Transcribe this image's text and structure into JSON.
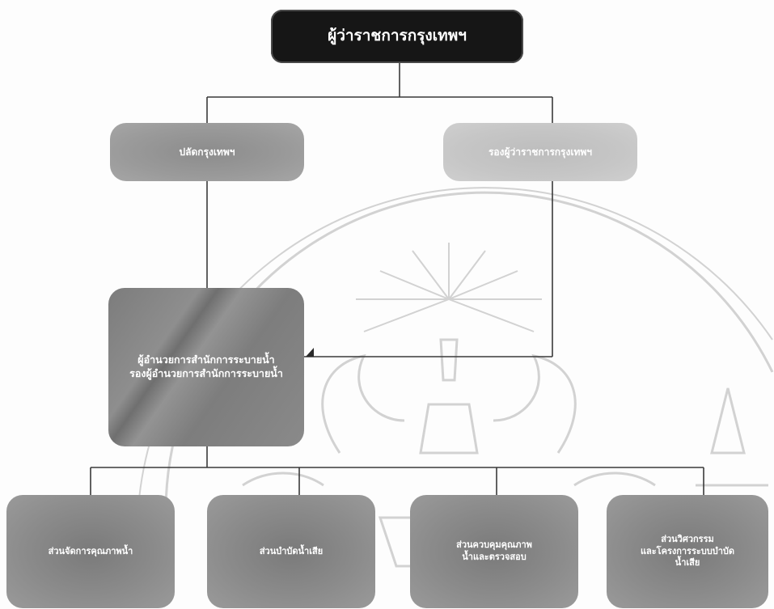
{
  "diagram": {
    "nodes": {
      "top": "ผู้ว่าราชการกรุงเทพฯ",
      "left": "ปลัดกรุงเทพฯ",
      "right": "รองผู้ว่าราชการกรุงเทพฯ",
      "center": "ผู้อำนวยการสำนักการระบายน้ำ\nรองผู้อำนวยการสำนักการระบายน้ำ",
      "bottom": [
        "ส่วนจัดการคุณภาพน้ำ",
        "ส่วนบำบัดน้ำเสีย",
        "ส่วนควบคุมคุณภาพ\nน้ำและตรวจสอบ",
        "ส่วนวิศวกรรม\nและโครงการระบบบำบัด\nน้ำเสีย"
      ]
    }
  },
  "colors": {
    "top_fill": "#161616",
    "mid_fill": "#9a9a9a",
    "light_fill": "#c6c6c6",
    "line": "#3a3a3a",
    "watermark": "#d2d2d2"
  }
}
